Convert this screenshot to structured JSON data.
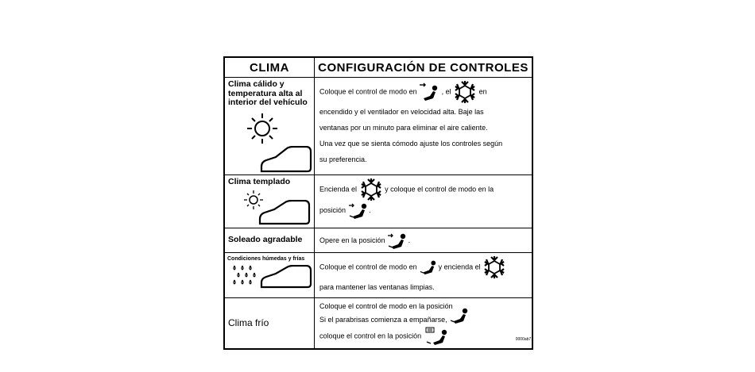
{
  "header": {
    "col1": "CLIMA",
    "col2": "CONFIGURACIÓN DE CONTROLES"
  },
  "rows": [
    {
      "condition": "Clima cálido y temperatura alta al interior del vehículo",
      "lines": [
        {
          "a": "Coloque el control de modo en",
          "b": ", el",
          "c": "en"
        },
        "encendido y el ventilador en velocidad alta. Baje las",
        "ventanas por un minuto para eliminar el aire caliente.",
        "Una vez que se sienta cómodo ajuste los controles según",
        "su preferencia."
      ]
    },
    {
      "condition": "Clima templado",
      "lines": [
        {
          "a": "Encienda el",
          "b": "y coloque el control de modo en la"
        },
        {
          "a": "posición",
          "b": "."
        }
      ]
    },
    {
      "condition": "Soleado agradable",
      "lines": [
        {
          "a": "Opere en la posición",
          "b": "."
        }
      ]
    },
    {
      "condition": "Condiciones húmedas y frías",
      "lines": [
        {
          "a": "Coloque el control de modo en",
          "b": "y encienda el"
        },
        "para mantener las ventanas limpias."
      ]
    },
    {
      "condition": "Clima frío",
      "lines": [
        "Coloque el control de modo en la posición",
        "Si el parabrisas comienza a empañarse,",
        "coloque el control en la posición"
      ]
    }
  ],
  "figure_code": "0000ab71",
  "icons": [
    "sun-icon",
    "car-icon",
    "rain-icon",
    "snowflake-icon",
    "vent-face-foot-icon",
    "vent-face-icon",
    "vent-foot-icon",
    "vent-defrost-foot-icon"
  ]
}
